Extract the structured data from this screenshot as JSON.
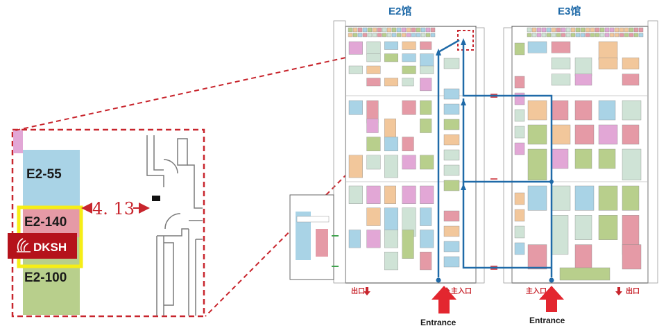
{
  "colors": {
    "blue": "#a9d3e6",
    "pink": "#e59aa6",
    "green": "#b8cf8c",
    "peach": "#f2c79b",
    "lavender": "#e2a7d6",
    "mint": "#cfe3d6",
    "route": "#1f6aa8",
    "callout": "#c8252d",
    "highlight": "#f6ee16",
    "dksh_red": "#b5121b",
    "wall": "#7a7a7a"
  },
  "halls": {
    "e2_title": "E2馆",
    "e3_title": "E3馆"
  },
  "zoom": {
    "booth_top": "E2-55",
    "booth_mid": "E2-140",
    "booth_bottom": "E2-100",
    "distance": "4. 13",
    "logo_text": "DKSH",
    "logo_icon": "dksh-flame-icon"
  },
  "legend": {
    "exit_left": "出口",
    "main_entrance_e2": "主入口",
    "main_entrance_e3": "主入口",
    "exit_right": "出口",
    "entrance_e2": "Entrance",
    "entrance_e3": "Entrance"
  }
}
